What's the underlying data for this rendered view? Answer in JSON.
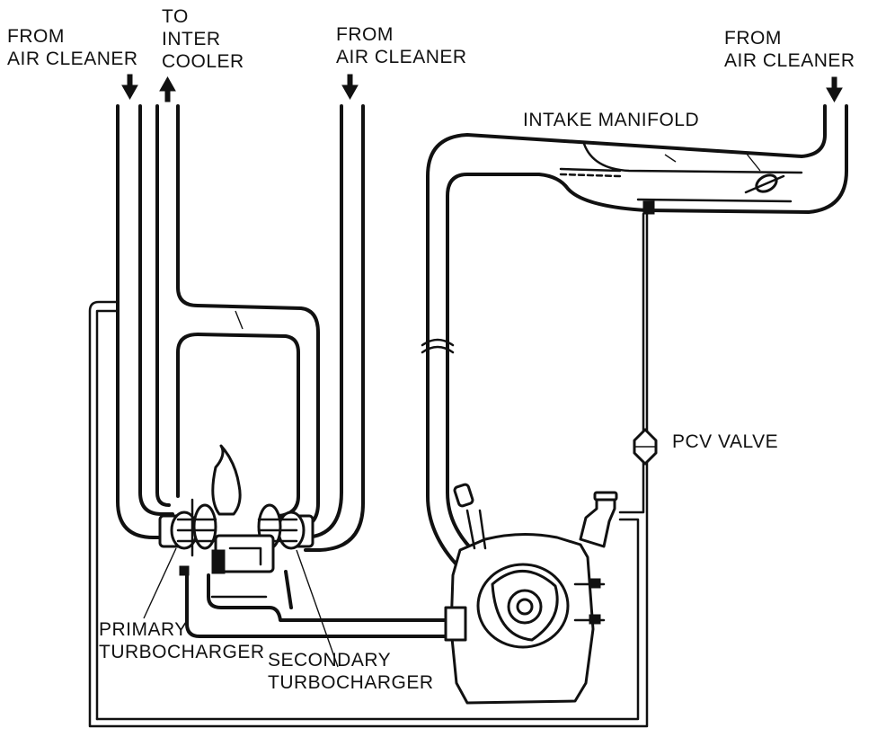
{
  "labels": {
    "from_air_cleaner_left": [
      "FROM",
      "AIR CLEANER"
    ],
    "to_inter_cooler": [
      "TO",
      "INTER",
      "COOLER"
    ],
    "from_air_cleaner_mid": [
      "FROM",
      "AIR CLEANER"
    ],
    "from_air_cleaner_right": [
      "FROM",
      "AIR CLEANER"
    ],
    "intake_manifold": "INTAKE MANIFOLD",
    "pcv_valve": "PCV VALVE",
    "primary_turbocharger": [
      "PRIMARY",
      "TURBOCHARGER"
    ],
    "secondary_turbocharger": [
      "SECONDARY",
      "TURBOCHARGER"
    ]
  },
  "colors": {
    "ink": "#111111",
    "paper": "#ffffff"
  },
  "icons": [
    "arrow-down-icon",
    "arrow-up-icon"
  ]
}
